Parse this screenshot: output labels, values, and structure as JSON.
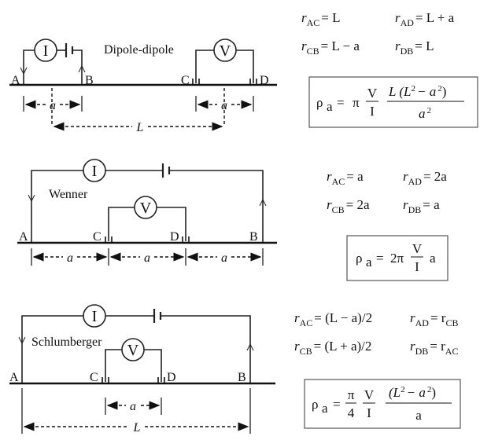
{
  "diagrams": [
    {
      "name": "Dipole-dipole",
      "current_symbol": "I",
      "voltage_symbol": "V",
      "electrodes": [
        "A",
        "B",
        "C",
        "D"
      ],
      "dim_small": "a",
      "dim_large": "L",
      "distances": [
        {
          "lhs": "r",
          "sub": "AC",
          "rhs": "= L"
        },
        {
          "lhs": "r",
          "sub": "AD",
          "rhs": "= L + a"
        },
        {
          "lhs": "r",
          "sub": "CB",
          "rhs": "= L − a"
        },
        {
          "lhs": "r",
          "sub": "DB",
          "rhs": "= L"
        }
      ],
      "formula": {
        "rho": "ρ",
        "rho_sub": "a",
        "eq": "=",
        "pi": "π",
        "V": "V",
        "I": "I",
        "num": "L (L",
        "num_exp": "2",
        "num_tail": "− a",
        "num_exp2": "2",
        "num_end": ")",
        "den": "a",
        "den_exp": "2"
      }
    },
    {
      "name": "Wenner",
      "current_symbol": "I",
      "voltage_symbol": "V",
      "electrodes": [
        "A",
        "C",
        "D",
        "B"
      ],
      "dim_small": "a",
      "distances": [
        {
          "lhs": "r",
          "sub": "AC",
          "rhs": "= a"
        },
        {
          "lhs": "r",
          "sub": "AD",
          "rhs": "= 2a"
        },
        {
          "lhs": "r",
          "sub": "CB",
          "rhs": "= 2a"
        },
        {
          "lhs": "r",
          "sub": "DB",
          "rhs": "= a"
        }
      ],
      "formula": {
        "rho": "ρ",
        "rho_sub": "a",
        "eq": "=",
        "pre": "2π",
        "V": "V",
        "I": "I",
        "tail": "a"
      }
    },
    {
      "name": "Schlumberger",
      "current_symbol": "I",
      "voltage_symbol": "V",
      "electrodes": [
        "A",
        "C",
        "D",
        "B"
      ],
      "dim_small": "a",
      "dim_large": "L",
      "distances": [
        {
          "lhs": "r",
          "sub": "AC",
          "rhs": "= (L − a)/2"
        },
        {
          "lhs": "r",
          "sub": "AD",
          "rhs": "= r",
          "rhs_sub": "CB"
        },
        {
          "lhs": "r",
          "sub": "CB",
          "rhs": "= (L + a)/2"
        },
        {
          "lhs": "r",
          "sub": "DB",
          "rhs": "= r",
          "rhs_sub": "AC"
        }
      ],
      "formula": {
        "rho": "ρ",
        "rho_sub": "a",
        "eq": "=",
        "pi": "π",
        "four": "4",
        "V": "V",
        "I": "I",
        "num": "(L",
        "num_exp": "2",
        "num_tail": "− a",
        "num_exp2": "2",
        "num_end": ")",
        "den": "a"
      }
    }
  ]
}
